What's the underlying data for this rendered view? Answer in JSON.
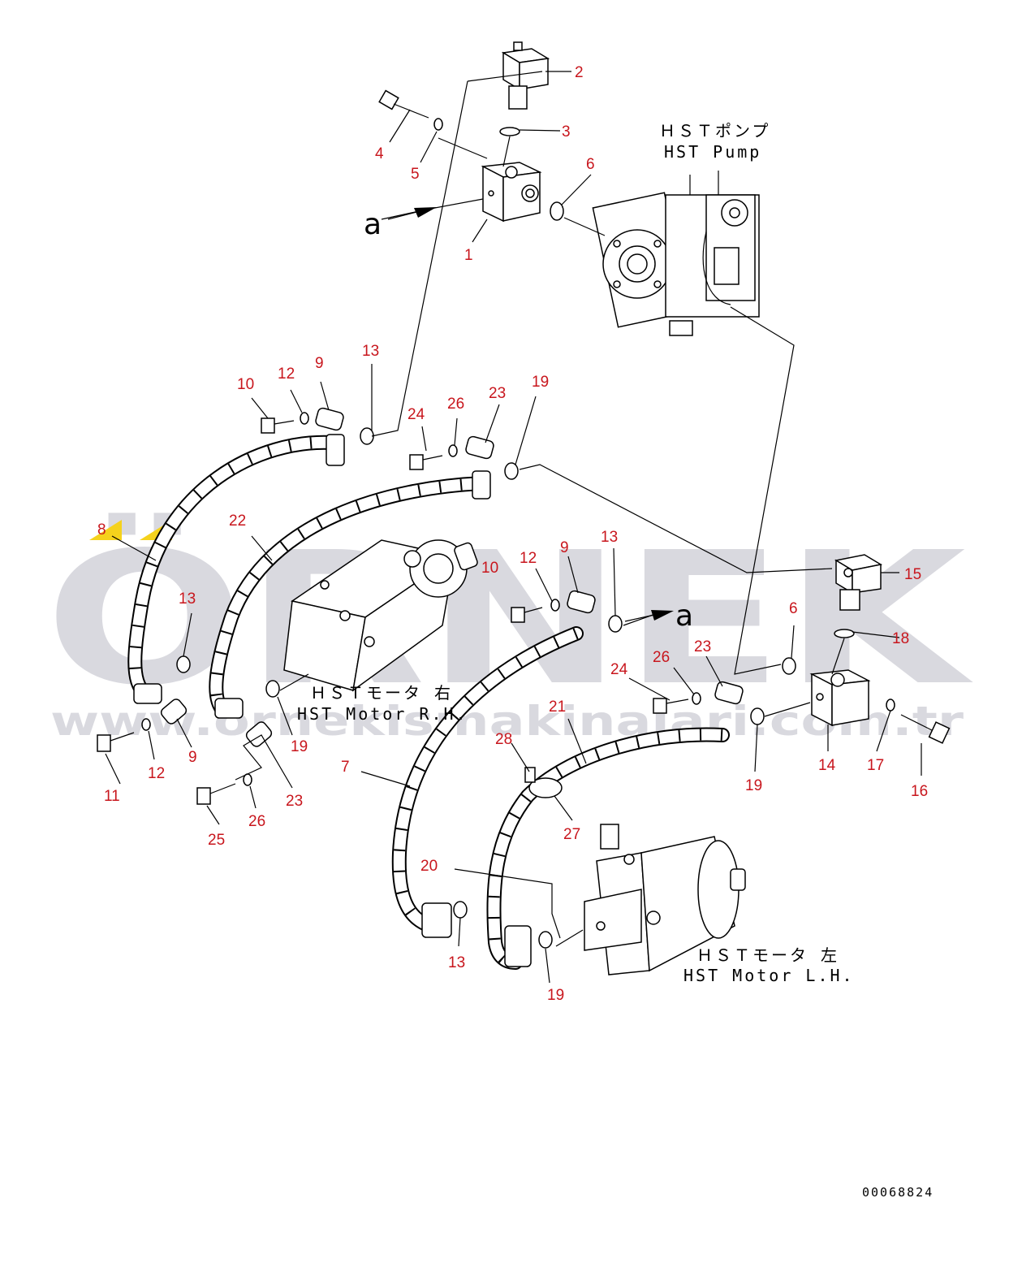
{
  "watermark": {
    "brand": "ÖRNEK",
    "url": "www.ornekismakinalari.com.tr",
    "color": "#d9d9df",
    "accent": "#f5d21c"
  },
  "labels": {
    "pump_jp": "ＨＳＴポンプ",
    "pump_en": "HST Pump",
    "motor_rh_jp": "ＨＳＴモータ 右",
    "motor_rh_en": "HST Motor R.H.",
    "motor_lh_jp": "ＨＳＴモータ 左",
    "motor_lh_en": "HST Motor L.H.",
    "view_a": "a",
    "drawing_code": "00068824"
  },
  "colors": {
    "callout": "#c8161d",
    "line": "#000000",
    "background": "#ffffff"
  },
  "callouts": [
    "1",
    "2",
    "3",
    "4",
    "5",
    "6",
    "7",
    "8",
    "9",
    "10",
    "11",
    "12",
    "13",
    "14",
    "15",
    "16",
    "17",
    "18",
    "19",
    "20",
    "21",
    "22",
    "23",
    "24",
    "25",
    "26",
    "27",
    "28"
  ]
}
